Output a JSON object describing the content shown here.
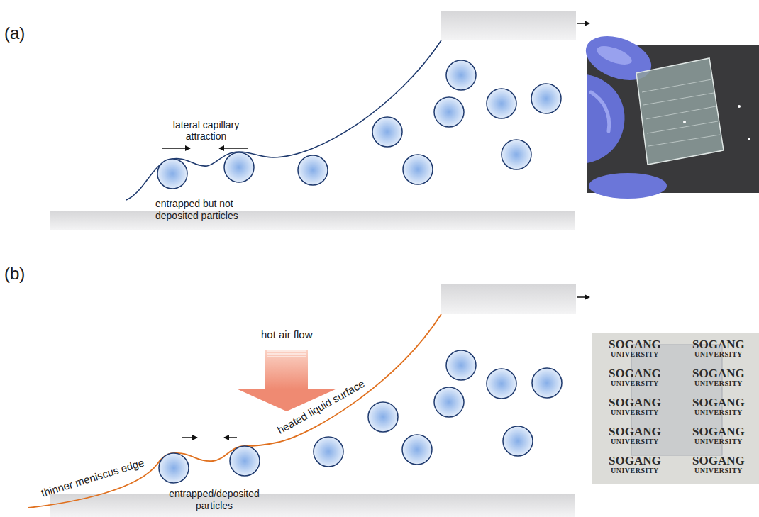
{
  "diagram": {
    "labels": [
      "(a)",
      "lateral capillary attraction",
      "entrapped but not deposited particles",
      "(b)",
      "hot air flow",
      "heated liquid surface",
      "thinner meniscus edge",
      "entrapped/deposited particles",
      "SOGANG",
      "SOGANG",
      "UNIVERSITY",
      "UNIVERSITY",
      "SOGANG",
      "SOGANG",
      "UNIVERSITY",
      "UNIVERSITY",
      "SOGANG",
      "SOGANG",
      "UNIVERSITY",
      "UNIVERSITY",
      "SOGANG",
      "SOGANG",
      "UNIVERSITY",
      "UNIVERSITY",
      "SOGANG",
      "SOGANG",
      "UNIVERSITY",
      "UNIVERSITY"
    ]
  }
}
